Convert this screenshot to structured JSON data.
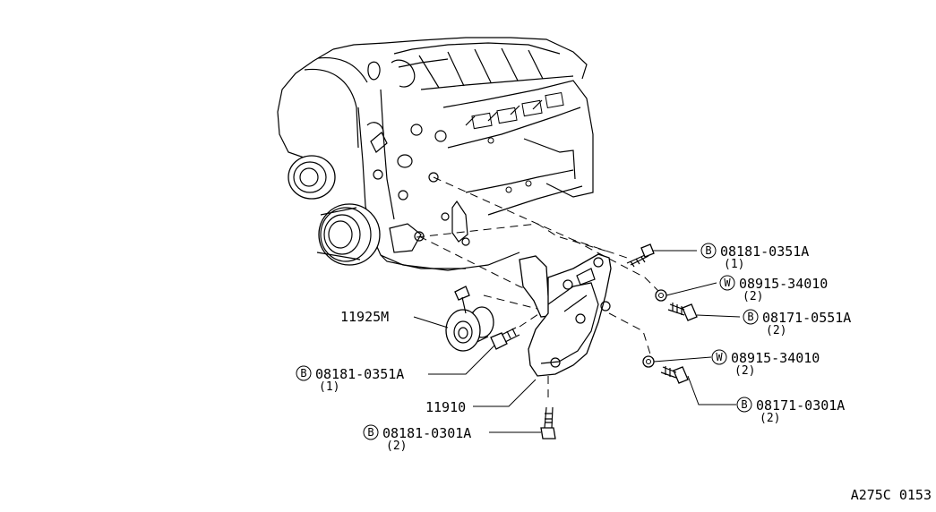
{
  "diagram_code": "A275C 0153",
  "callouts": [
    {
      "id": "bolt-top",
      "prefix": "B",
      "part": "08181-0351A",
      "qty": "(1)"
    },
    {
      "id": "washer-upper",
      "prefix": "W",
      "part": "08915-34010",
      "qty": "(2)"
    },
    {
      "id": "bolt-upper-right",
      "prefix": "B",
      "part": "08171-0551A",
      "qty": "(2)"
    },
    {
      "id": "washer-lower",
      "prefix": "W",
      "part": "08915-34010",
      "qty": "(2)"
    },
    {
      "id": "bolt-lower-right",
      "prefix": "B",
      "part": "08171-0301A",
      "qty": "(2)"
    },
    {
      "id": "bolt-left",
      "prefix": "B",
      "part": "08181-0351A",
      "qty": "(1)"
    },
    {
      "id": "bolt-bottom",
      "prefix": "B",
      "part": "08181-0301A",
      "qty": "(2)"
    }
  ],
  "part_labels": [
    {
      "id": "idler-pulley",
      "text": "11925M"
    },
    {
      "id": "bracket",
      "text": "11910"
    }
  ]
}
